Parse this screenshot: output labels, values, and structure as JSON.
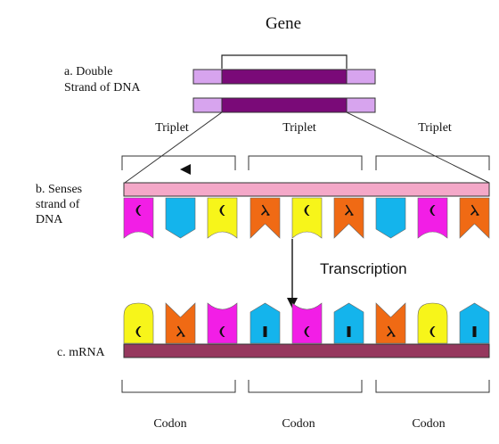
{
  "labels": {
    "gene": "Gene",
    "double_strand_line1": "a. Double",
    "double_strand_line2": "Strand of DNA",
    "senses_line1": "b. Senses",
    "senses_line2": "strand of",
    "senses_line3": "DNA",
    "transcription": "Transcription",
    "mrna": "c. mRNA",
    "triplet": "Triplet",
    "codon": "Codon"
  },
  "triplets": [
    "Triplet",
    "Triplet",
    "Triplet"
  ],
  "codons": [
    "Codon",
    "Codon",
    "Codon"
  ],
  "colors": {
    "gene_core": "#7a0a78",
    "gene_flank": "#d7a4ee",
    "sense_strand": "#f4a8c8",
    "mrna_strand": "#96385e",
    "magenta": "#f21ee6",
    "cyan": "#14b4ec",
    "yellow": "#f7f51a",
    "orange": "#f06a14"
  },
  "dna_bases": [
    {
      "color": "magenta",
      "shape": "concave",
      "glyph": "curl"
    },
    {
      "color": "cyan",
      "shape": "convex",
      "glyph": ""
    },
    {
      "color": "yellow",
      "shape": "concave",
      "glyph": "curl"
    },
    {
      "color": "orange",
      "shape": "notch",
      "glyph": "lambda"
    },
    {
      "color": "yellow",
      "shape": "concave",
      "glyph": "curl"
    },
    {
      "color": "orange",
      "shape": "notch",
      "glyph": "lambda"
    },
    {
      "color": "cyan",
      "shape": "convex",
      "glyph": ""
    },
    {
      "color": "magenta",
      "shape": "concave",
      "glyph": "curl"
    },
    {
      "color": "orange",
      "shape": "notch",
      "glyph": "lambda"
    }
  ],
  "mrna_bases": [
    {
      "color": "yellow",
      "shape": "dome",
      "glyph": "curl"
    },
    {
      "color": "orange",
      "shape": "notch",
      "glyph": "lambda"
    },
    {
      "color": "magenta",
      "shape": "cup",
      "glyph": "curl"
    },
    {
      "color": "cyan",
      "shape": "house",
      "glyph": "bar"
    },
    {
      "color": "magenta",
      "shape": "cup",
      "glyph": "curl"
    },
    {
      "color": "cyan",
      "shape": "house",
      "glyph": "bar"
    },
    {
      "color": "orange",
      "shape": "notch",
      "glyph": "lambda"
    },
    {
      "color": "yellow",
      "shape": "dome",
      "glyph": "curl"
    },
    {
      "color": "cyan",
      "shape": "house",
      "glyph": "bar"
    }
  ]
}
